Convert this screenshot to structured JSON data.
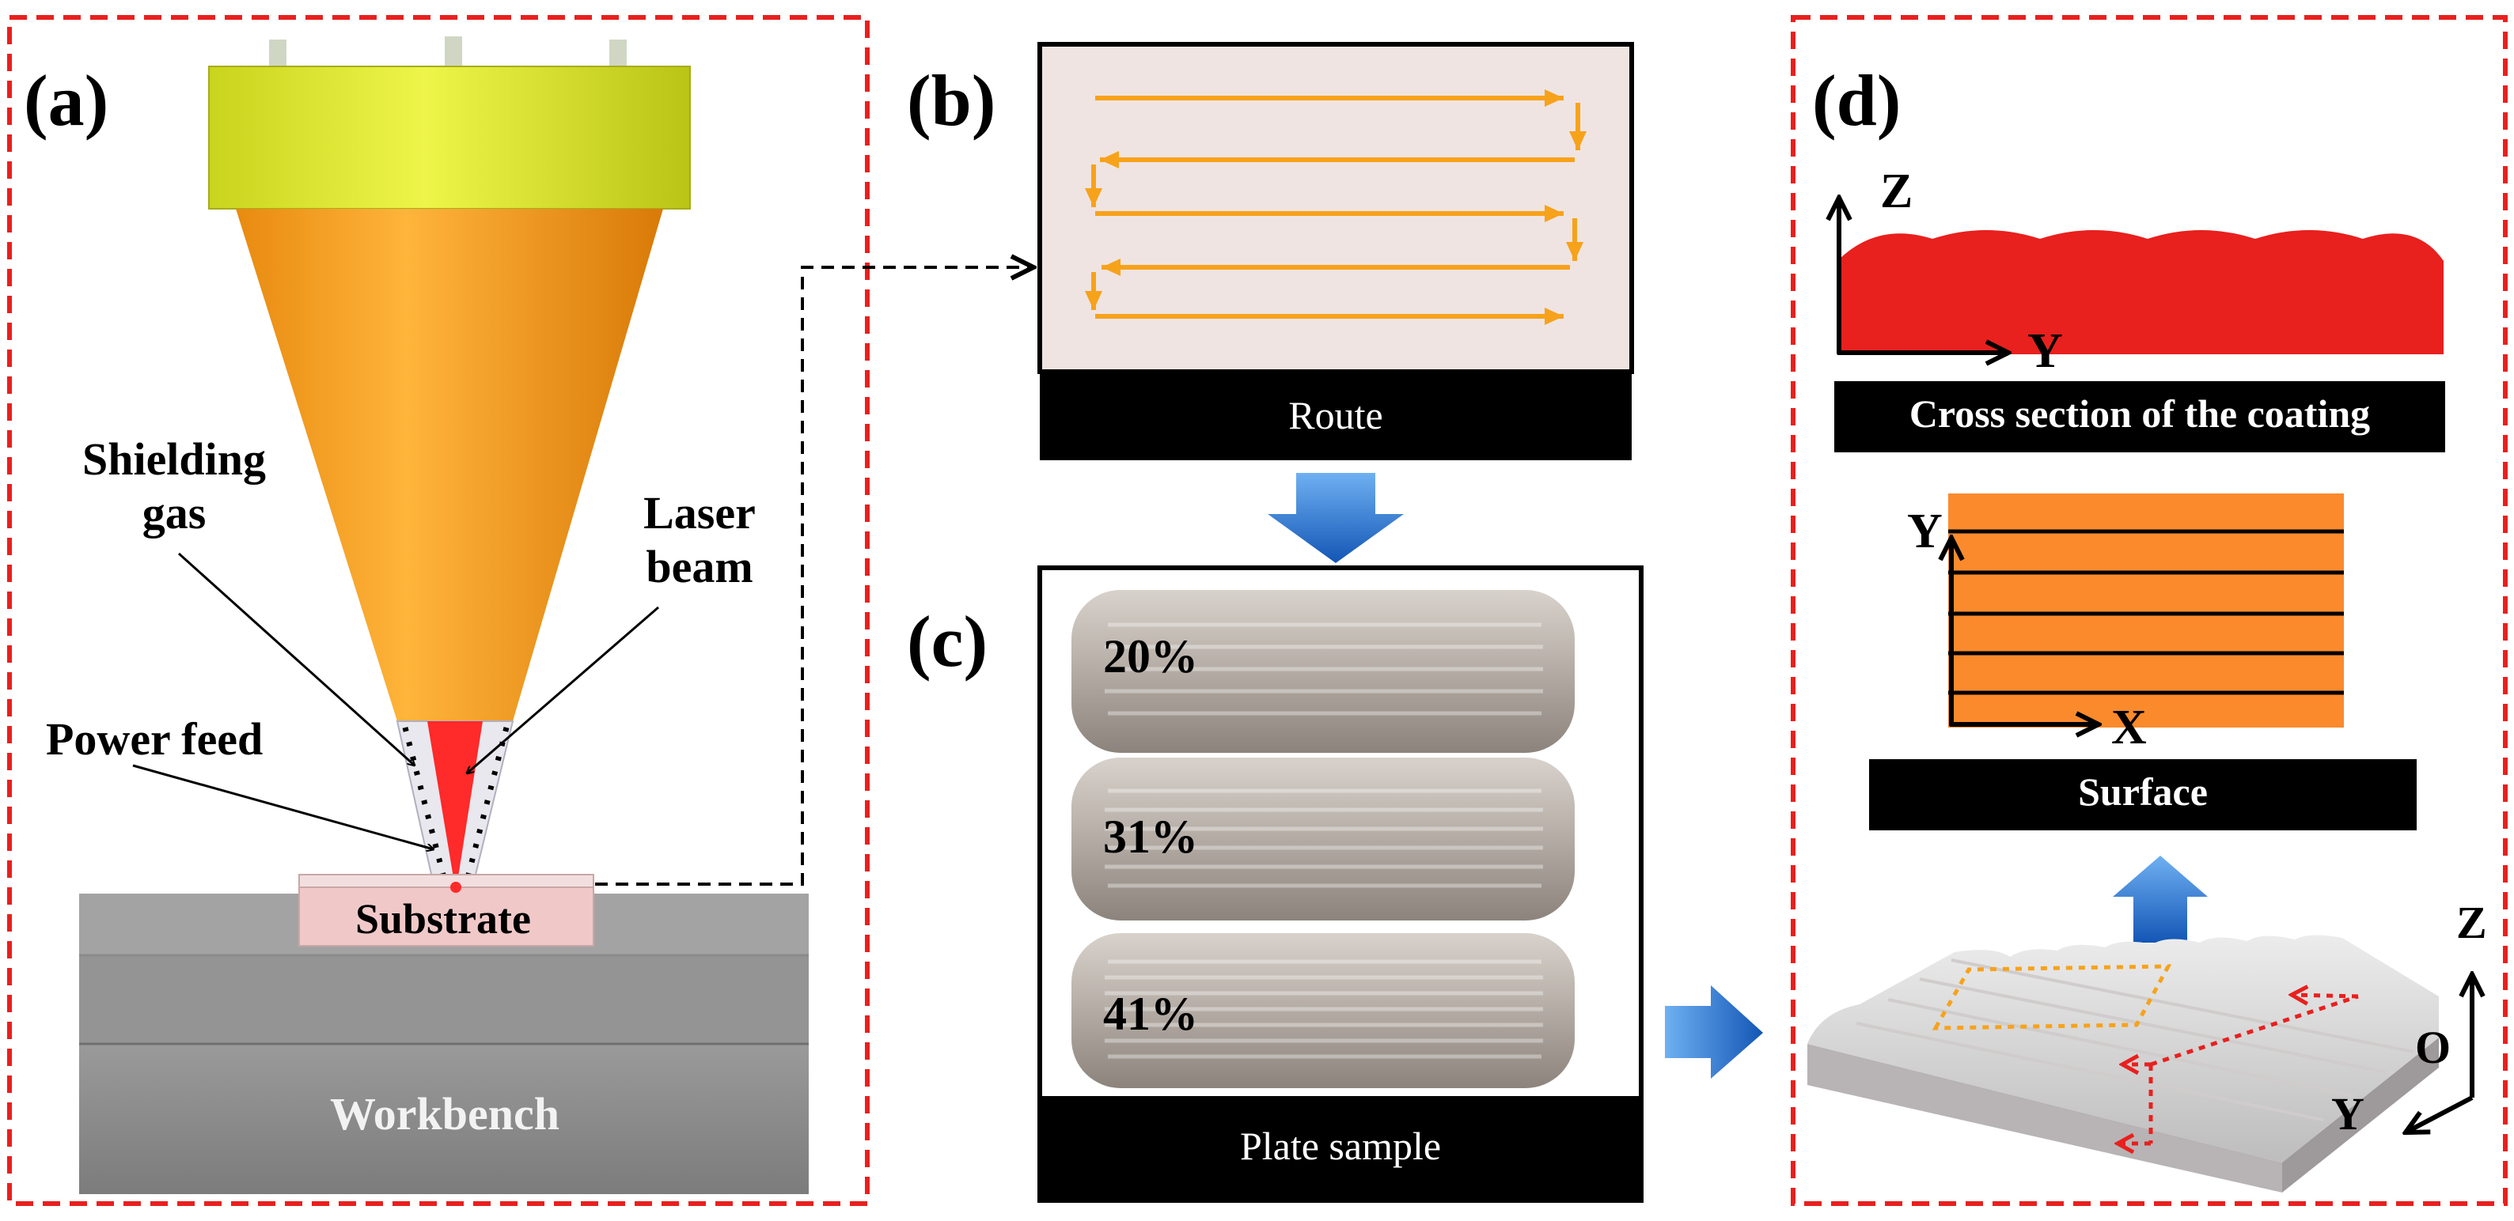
{
  "panels": {
    "a": {
      "label": "(a)",
      "shielding_gas": [
        "Shielding",
        "gas"
      ],
      "laser_beam": [
        "Laser",
        "beam"
      ],
      "power_feed": "Power feed",
      "substrate": "Substrate",
      "workbench": "Workbench"
    },
    "b": {
      "label": "(b)",
      "caption": "Route"
    },
    "c": {
      "label": "(c)",
      "caption": "Plate sample",
      "samples": [
        "20%",
        "31%",
        "41%"
      ]
    },
    "d": {
      "label": "(d)",
      "cross_section_caption": "Cross section of the coating",
      "surface_caption": "Surface",
      "axes": {
        "z": "Z",
        "y": "Y",
        "x": "X",
        "o": "O"
      }
    }
  },
  "colors": {
    "frame_red": "#e8201e",
    "nozzle_yellow": "#d9e32a",
    "cone_orange": "#f5a21e",
    "laser_red": "#ff2a2a",
    "route_arrow": "#f7a21b",
    "surface_orange": "#fb8a2c",
    "cross_section_red": "#e8201e",
    "flow_arrow_blue": "#1b6fd1"
  }
}
